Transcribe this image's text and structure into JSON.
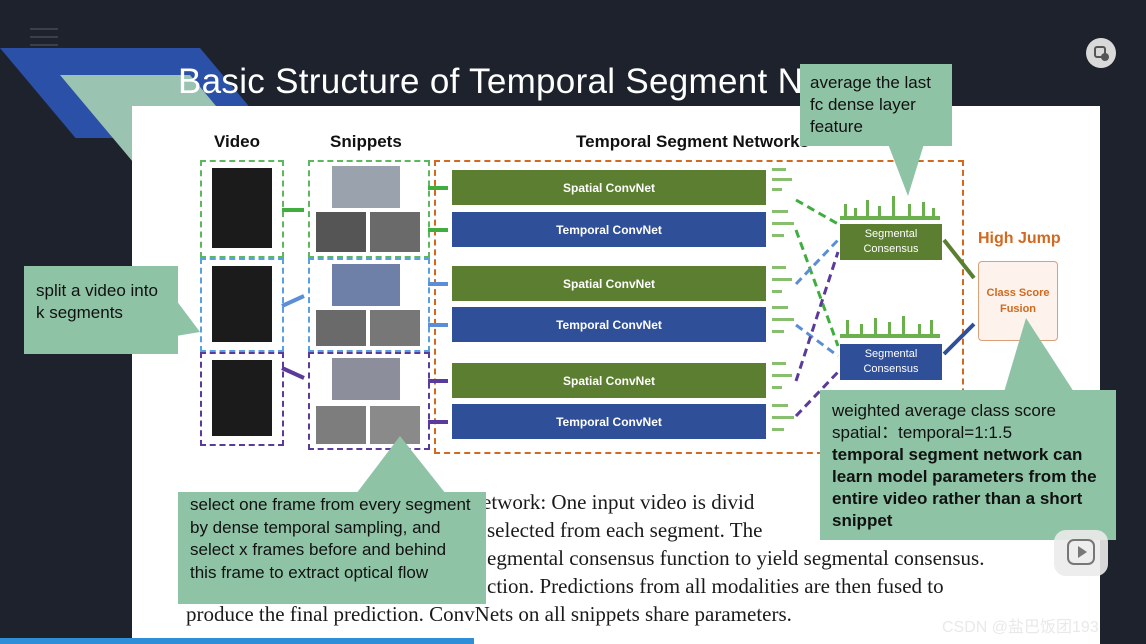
{
  "slide": {
    "title": "Basic Structure of Temporal Segment Network[3]"
  },
  "figure": {
    "col_video": "Video",
    "col_snippets": "Snippets",
    "col_tsn": "Temporal Segment Networks",
    "rows": [
      {
        "spatial": "Spatial ConvNet",
        "temporal": "Temporal ConvNet"
      },
      {
        "spatial": "Spatial ConvNet",
        "temporal": "Temporal ConvNet"
      },
      {
        "spatial": "Spatial ConvNet",
        "temporal": "Temporal ConvNet"
      }
    ],
    "consensus": [
      "Segmental Consensus",
      "Segmental Consensus"
    ],
    "class_label": "High Jump",
    "fusion": "Class Score Fusion",
    "caption_lines": [
      "etwork: One input video is divid",
      "selected from each segment. The",
      "egmental consensus function to yield segmental consensus.",
      "ction. Predictions from all modalities are then fused to",
      "produce the final prediction. ConvNets on all snippets share parameters."
    ]
  },
  "callouts": {
    "avg_feature": "average  the last fc dense layer feature",
    "split": "split a video into k segments",
    "select": "select one frame from every segment by dense temporal sampling, and select x frames before and behind this frame to extract optical flow",
    "weighted_l1": "weighted average class score",
    "weighted_l2": "spatial：temporal=1:1.5",
    "weighted_l3": "temporal segment network can learn model parameters from the entire video rather than a short snippet"
  },
  "watermark": "CSDN @盐巴饭团193",
  "colors": {
    "spatial": "#5b7e30",
    "temporal": "#2f4f99",
    "green": "#3fae3f",
    "blue": "#5a8fd6",
    "purple": "#5a3a9a",
    "orange": "#d2691e",
    "callout": "#8fc3a6"
  },
  "icons": [
    "menu-icon",
    "screen-record-icon",
    "play-icon"
  ]
}
